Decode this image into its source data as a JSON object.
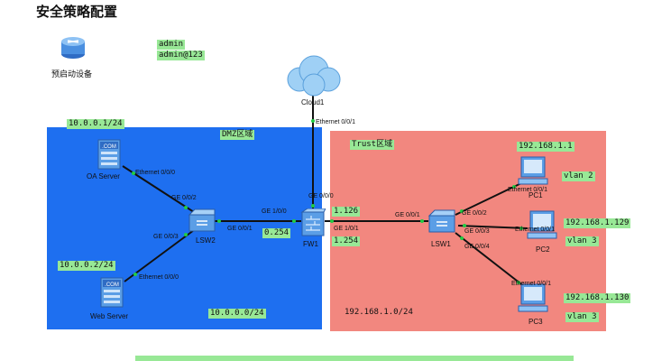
{
  "title": "安全策略配置",
  "prestart_label": "预启动设备",
  "credentials": {
    "user": "admin",
    "password": "admin@123"
  },
  "zones": {
    "dmz": {
      "label": "DMZ区域",
      "color": "#1e6ff0"
    },
    "trust": {
      "label": "Trust区域",
      "color": "#f2877f"
    }
  },
  "devices": {
    "cloud": "Cloud1",
    "fw": "FW1",
    "lsw2": "LSW2",
    "lsw1": "LSW1",
    "oa_server": "OA Server",
    "web_server": "Web Server",
    "pc1": "PC1",
    "pc2": "PC2",
    "pc3": "PC3"
  },
  "ports": {
    "cloud_eth": "Ethernet 0/0/1",
    "fw_ge000": "GE 0/0/0",
    "fw_ge100": "GE 1/0/0",
    "fw_ge101": "GE 1/0/1",
    "oa_eth": "Ethernet 0/0/0",
    "web_eth": "Ethernet 0/0/0",
    "lsw2_ge002": "GE 0/0/2",
    "lsw2_ge003": "GE 0/0/3",
    "lsw2_ge001": "GE 0/0/1",
    "lsw1_ge001": "GE 0/0/1",
    "lsw1_ge002": "GE 0/0/2",
    "lsw1_ge003": "GE 0/0/3",
    "lsw1_ge004": "GE 0/0/4",
    "pc1_eth": "Ethernet 0/0/1",
    "pc2_eth": "Ethernet 0/0/1",
    "pc3_eth": "Ethernet 0/0/1"
  },
  "addresses": {
    "oa_ip": "10.0.0.1/24",
    "web_ip": "10.0.0.2/24",
    "dmz_net": "10.0.0.0/24",
    "fw_dmz_ip": "0.254",
    "fw_trust_a": "1.126",
    "fw_trust_b": "1.254",
    "trust_net": "192.168.1.0/24",
    "pc1_ip": "192.168.1.1",
    "pc2_ip": "192.168.1.129",
    "pc3_ip": "192.168.1.130",
    "pc1_vlan": "vlan 2",
    "pc2_vlan": "vlan 3",
    "pc3_vlan": "vlan 3"
  },
  "icons": [
    "router-icon",
    "cloud-icon",
    "firewall-icon",
    "switch-icon",
    "server-icon",
    "pc-icon"
  ],
  "colors": {
    "link": "#111111",
    "note_bg": "#98e896",
    "device_blue": "#4a8fe0"
  }
}
